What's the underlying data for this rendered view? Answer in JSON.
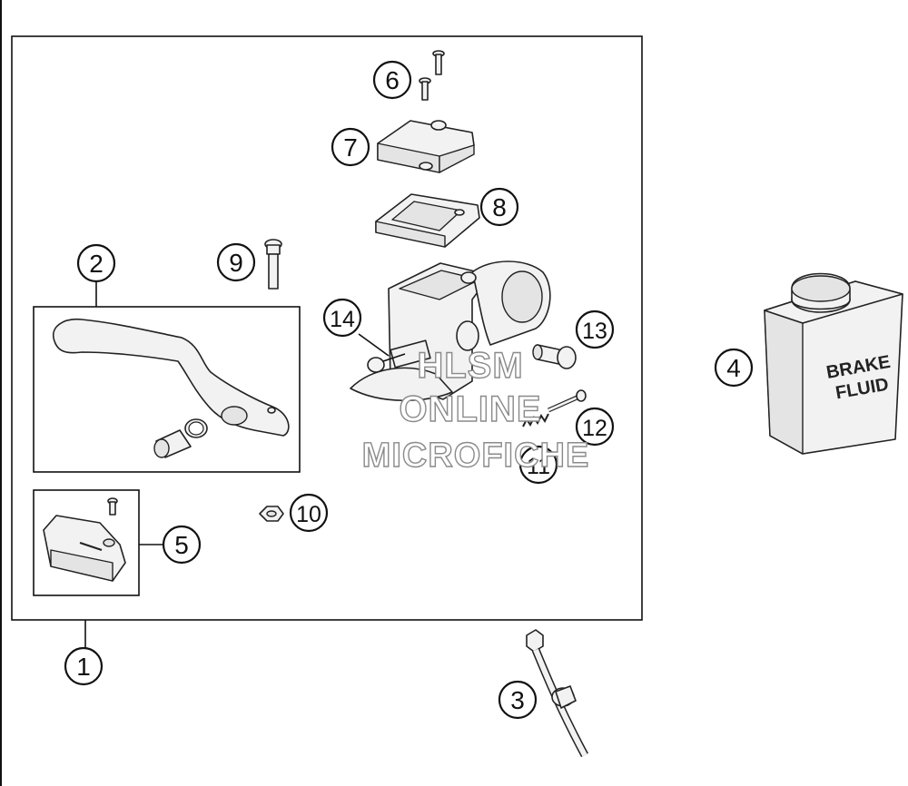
{
  "callouts": [
    "1",
    "2",
    "3",
    "4",
    "5",
    "6",
    "7",
    "8",
    "9",
    "10",
    "11",
    "12",
    "13",
    "14"
  ],
  "container_label": "BRAKE FLUID",
  "container_label_lines": [
    "BRAKE",
    "FLUID"
  ],
  "watermark": [
    "HLSM",
    "ONLINE",
    "MICROFICHE"
  ]
}
